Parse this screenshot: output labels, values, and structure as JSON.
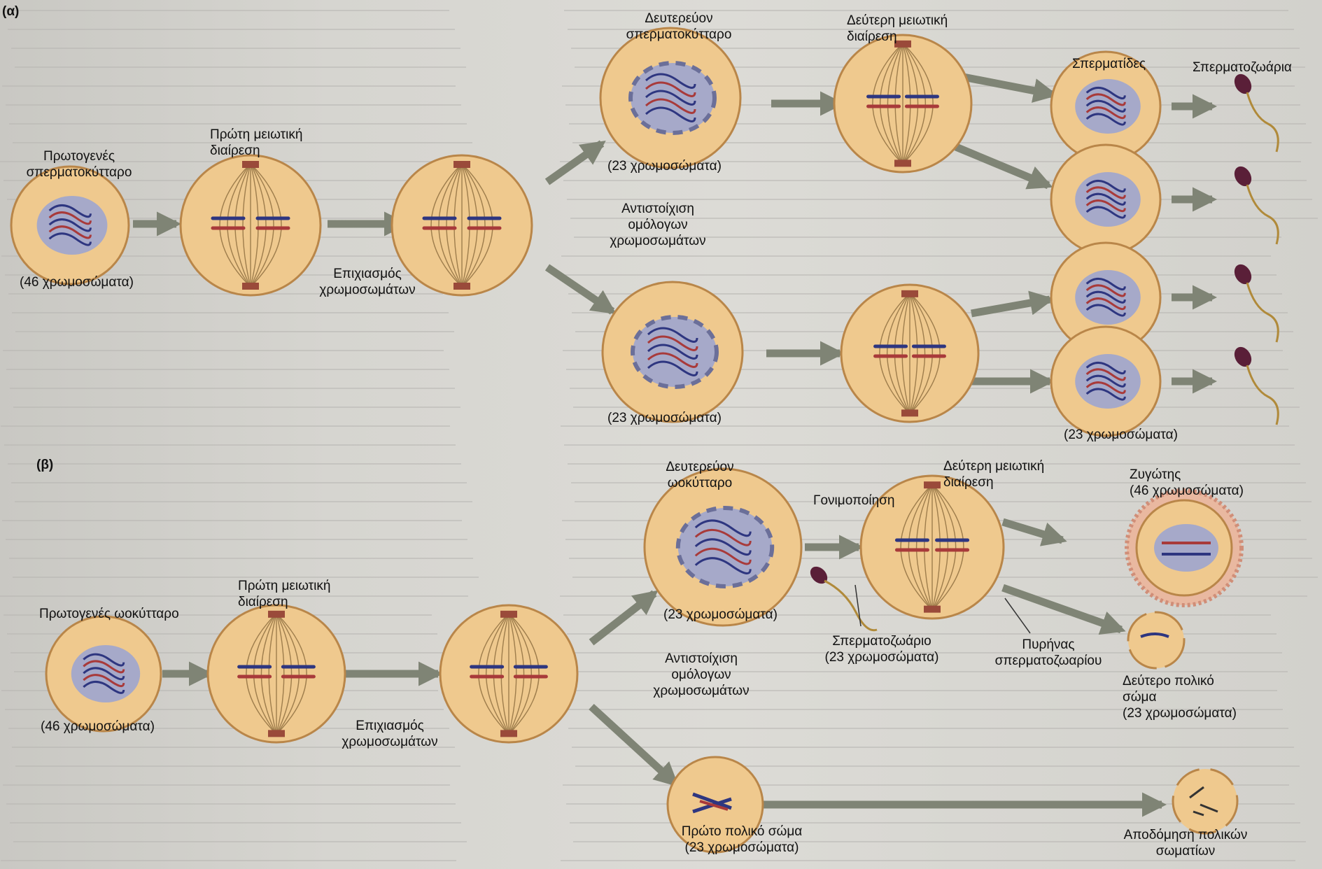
{
  "part_a": {
    "letter": "(α)",
    "primary_cell": "Πρωτογενές\nσπερματοκύτταρο",
    "primary_count": "(46 χρωμοσώματα)",
    "first_division": "Πρώτη μειωτική\nδιαίρεση",
    "synapsis": "Επιχιασμός\nχρωμοσωμάτων",
    "homologs": "Αντιστοίχιση\nομόλογων\nχρωμοσωμάτων",
    "secondary_cell": "Δευτερεύον\nσπερματοκύτταρο",
    "secondary_count_top": "(23 χρωμοσώματα)",
    "secondary_count_bottom": "(23 χρωμοσώματα)",
    "second_division": "Δεύτερη μειωτική\nδιαίρεση",
    "spermatids": "Σπερματίδες",
    "spermatozoa": "Σπερματοζωάρια",
    "final_count": "(23 χρωμοσώματα)"
  },
  "part_b": {
    "letter": "(β)",
    "primary_cell": "Πρωτογενές ωοκύτταρο",
    "primary_count": "(46 χρωμοσώματα)",
    "first_division": "Πρώτη μειωτική\nδιαίρεση",
    "synapsis": "Επιχιασμός\nχρωμοσωμάτων",
    "homologs": "Αντιστοίχιση\nομόλογων\nχρωμοσωμάτων",
    "secondary_cell": "Δευτερεύον\nωοκύτταρο",
    "secondary_count": "(23 χρωμοσώματα)",
    "fertilization": "Γονιμοποίηση",
    "second_division": "Δεύτερη μειωτική\nδιαίρεση",
    "sperm": "Σπερματοζωάριο\n(23 χρωμοσώματα)",
    "sperm_nucleus": "Πυρήνας\nσπερματοζωαρίου",
    "zygote": "Ζυγώτης\n(46 χρωμοσώματα)",
    "second_polar_body": "Δεύτερο πολικό\nσώμα\n(23 χρωμοσώματα)",
    "first_polar_body": "Πρώτο πολικό σώμα\n(23 χρωμοσώματα)",
    "polar_degradation": "Αποδόμηση πολικών\nσωματίων"
  },
  "colors": {
    "cell_fill": "#efc98e",
    "cell_stroke": "#b98649",
    "nucleus": "#a6a9c9",
    "chrom_red": "#a83a3a",
    "chrom_blue": "#2e3680",
    "arrow": "#7f8475"
  }
}
